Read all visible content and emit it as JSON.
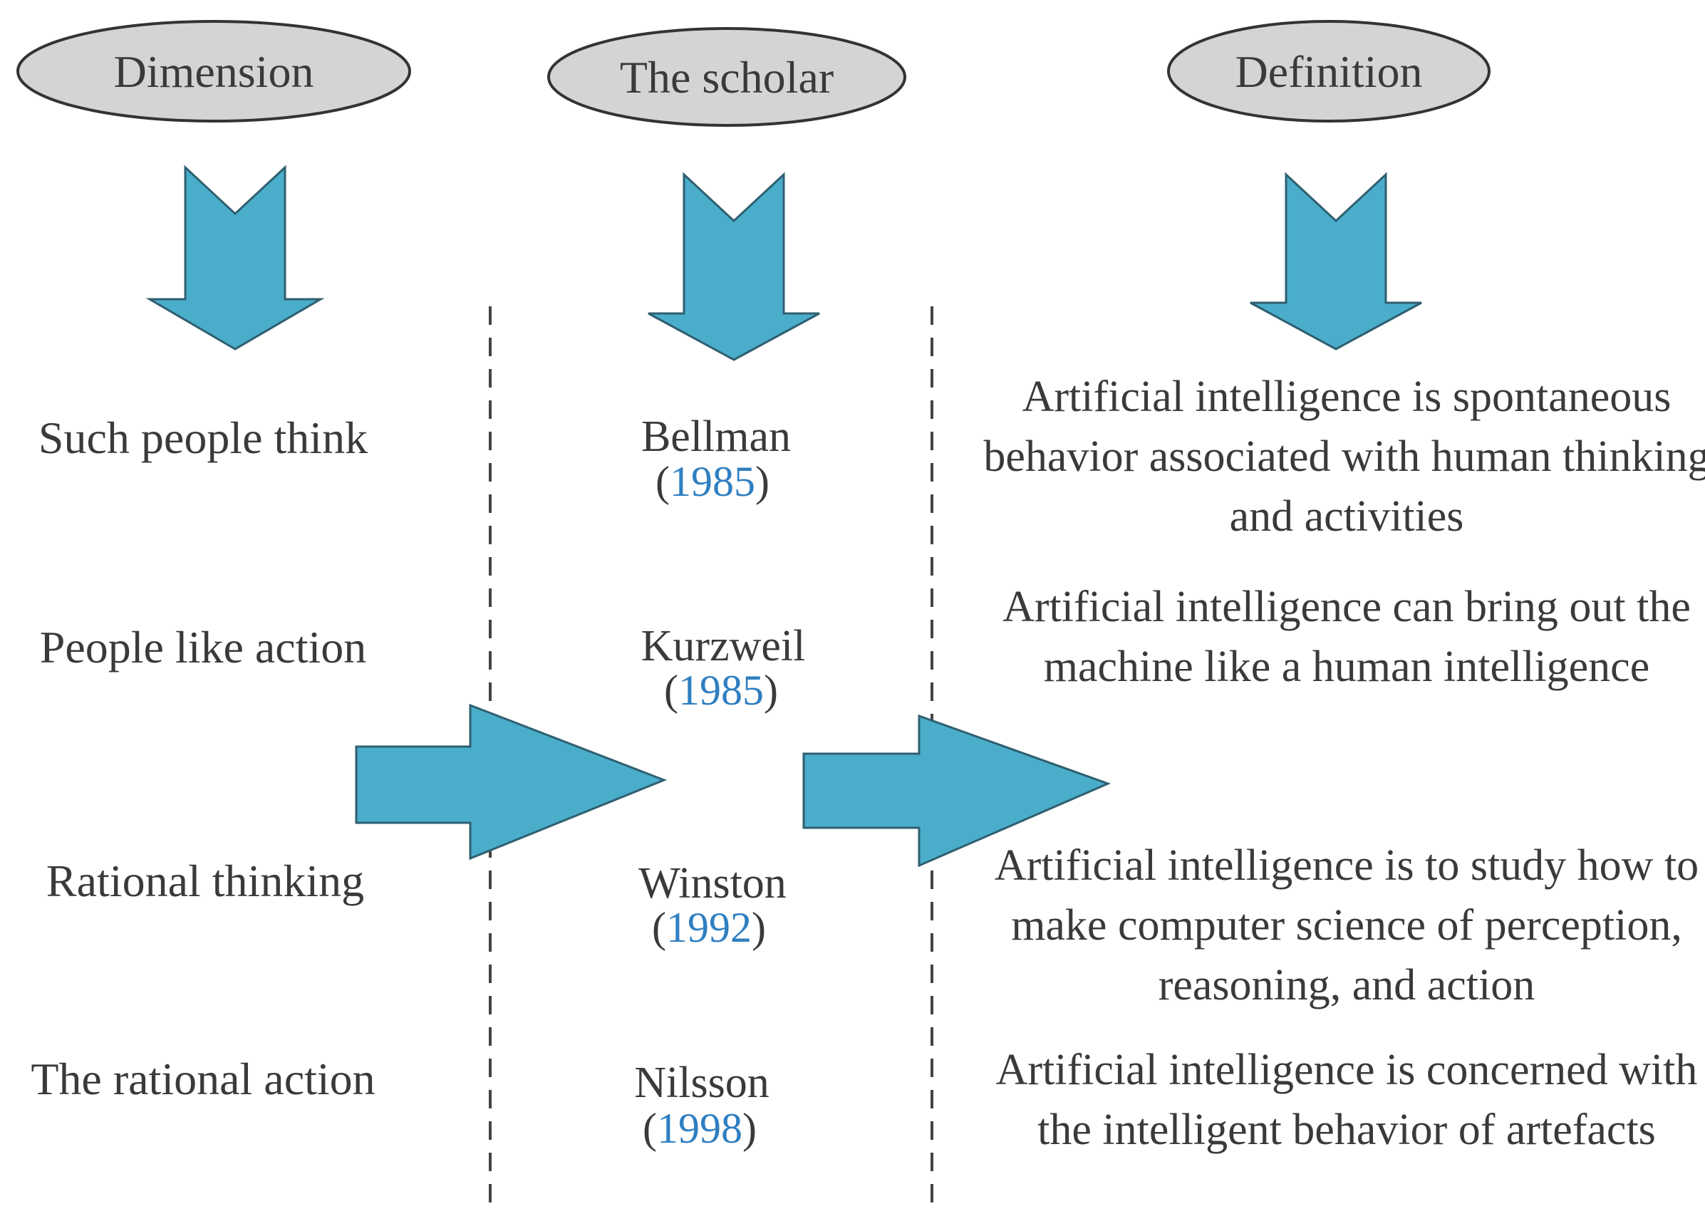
{
  "colors": {
    "arrow_fill": "#4aaecb",
    "arrow_stroke": "#2f5f70",
    "ellipse_fill": "#d4d4d4",
    "ellipse_stroke": "#333333",
    "text": "#3a3a3a",
    "year_link": "#2f7fc1"
  },
  "headers": {
    "dimension": "Dimension",
    "scholar": "The scholar",
    "definition": "Definition"
  },
  "rows": [
    {
      "dimension": "Such people think",
      "scholar": "Bellman",
      "year": "1985",
      "definition": "Artificial intelligence is spontaneous behavior associated with human thinking and activities"
    },
    {
      "dimension": "People like action",
      "scholar": "Kurzweil",
      "year": "1985",
      "definition": "Artificial intelligence can bring out the machine like a human intelligence"
    },
    {
      "dimension": "Rational thinking",
      "scholar": "Winston",
      "year": "1992",
      "definition": "Artificial intelligence is to study how to make computer science of perception, reasoning, and action"
    },
    {
      "dimension": "The rational action",
      "scholar": "Nilsson",
      "year": "1998",
      "definition": "Artificial intelligence is concerned with the intelligent behavior of artefacts"
    }
  ]
}
